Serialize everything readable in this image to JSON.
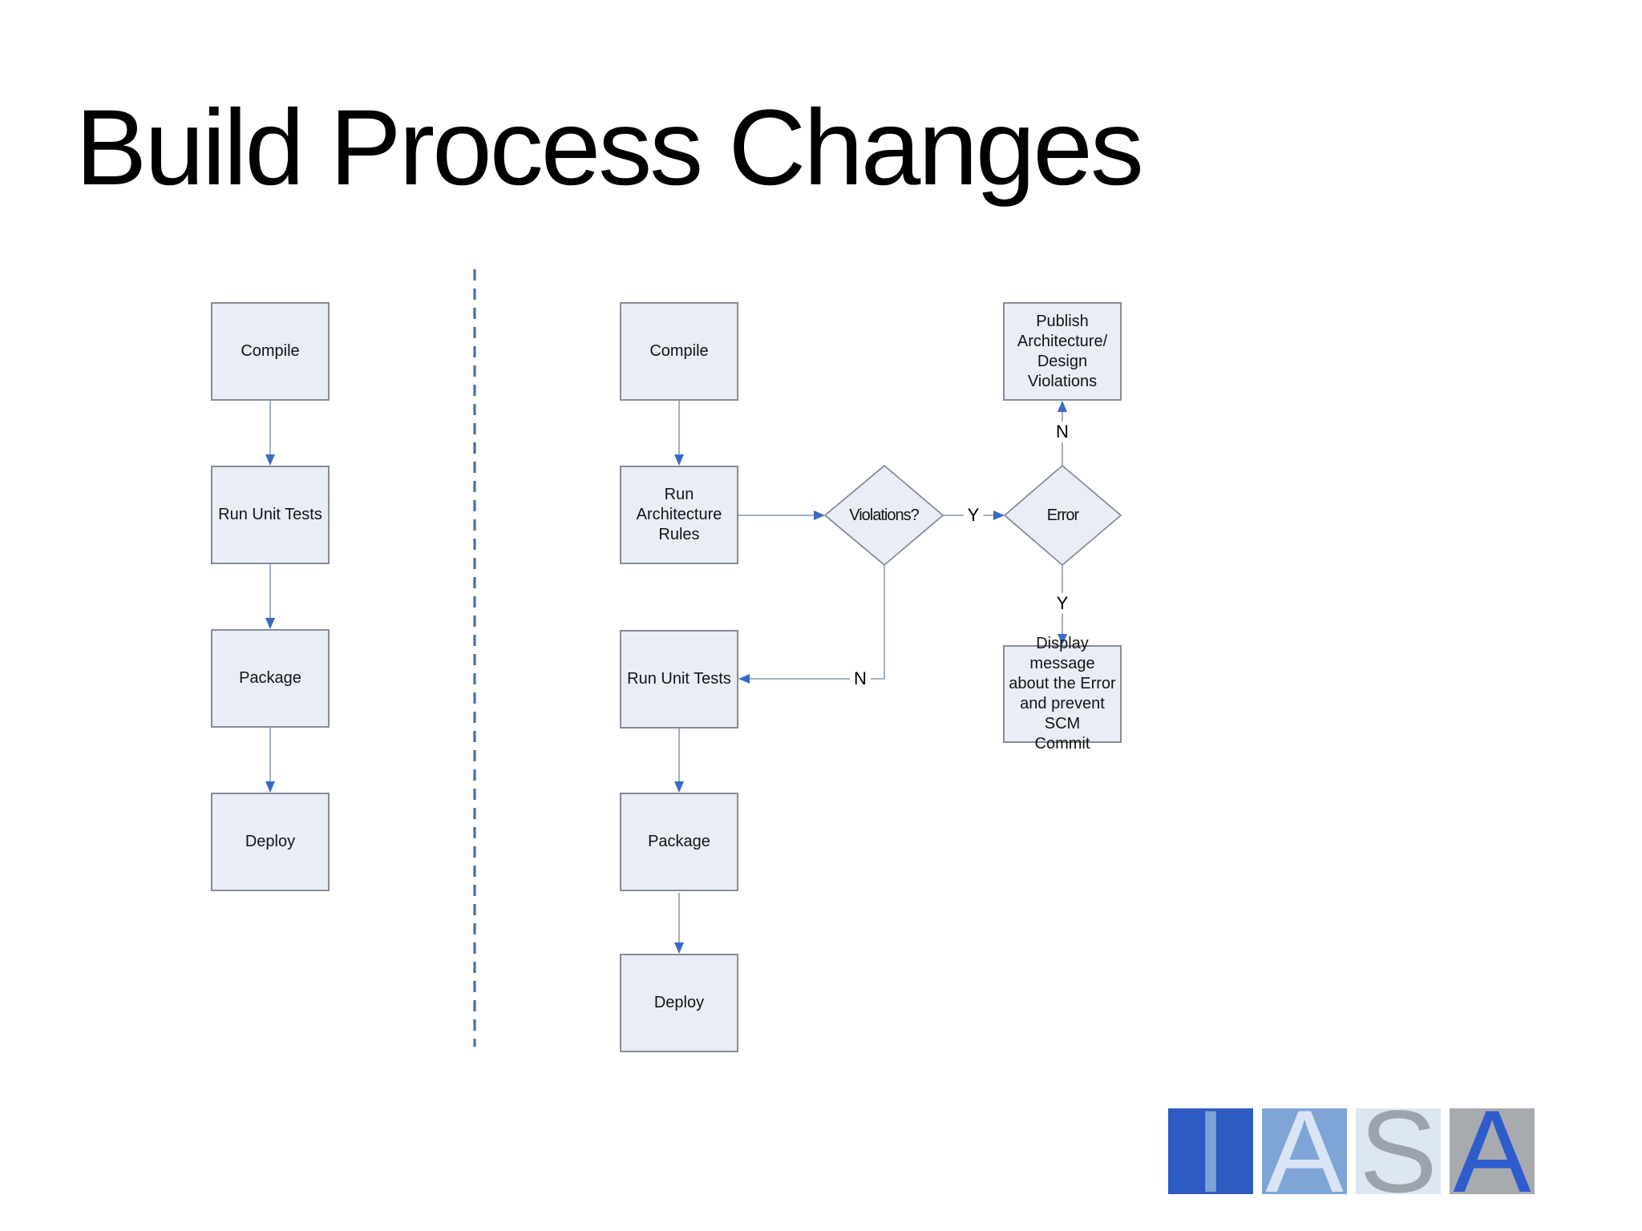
{
  "slide": {
    "title": "Build Process Changes"
  },
  "left_flow": {
    "nodes": [
      {
        "label": "Compile"
      },
      {
        "label": "Run Unit Tests"
      },
      {
        "label": "Package"
      },
      {
        "label": "Deploy"
      }
    ]
  },
  "right_flow": {
    "nodes": [
      {
        "label": "Compile"
      },
      {
        "label": "Run Architecture\nRules"
      },
      {
        "label": "Run Unit Tests"
      },
      {
        "label": "Package"
      },
      {
        "label": "Deploy"
      }
    ],
    "decisions": [
      {
        "label": "Violations?"
      },
      {
        "label": "Error"
      }
    ],
    "outcomes": [
      {
        "label": "Publish\nArchitecture/\nDesign Violations"
      },
      {
        "label": "Display message\nabout the Error\nand prevent SCM\nCommit"
      }
    ],
    "branch_labels": {
      "violations_yes": "Y",
      "violations_no": "N",
      "error_no": "N",
      "error_yes": "Y"
    }
  },
  "logo": {
    "tiles": [
      {
        "letter": "I",
        "background": "#2e5ac4",
        "color": "#7ba3d4"
      },
      {
        "letter": "A",
        "background": "#7fa5d7",
        "color": "#d9e5f4"
      },
      {
        "letter": "S",
        "background": "#dde6f3",
        "color": "#9da3ac"
      },
      {
        "letter": "A",
        "background": "#a7aaaf",
        "color": "#2e5ccd"
      }
    ]
  },
  "colors": {
    "box_fill": "#e9edf6",
    "box_border": "#878c95",
    "connector_line": "#99a6c6",
    "arrowhead": "#3a6ac5",
    "divider_dash": "#4a6fa5",
    "title_text": "#000000"
  }
}
